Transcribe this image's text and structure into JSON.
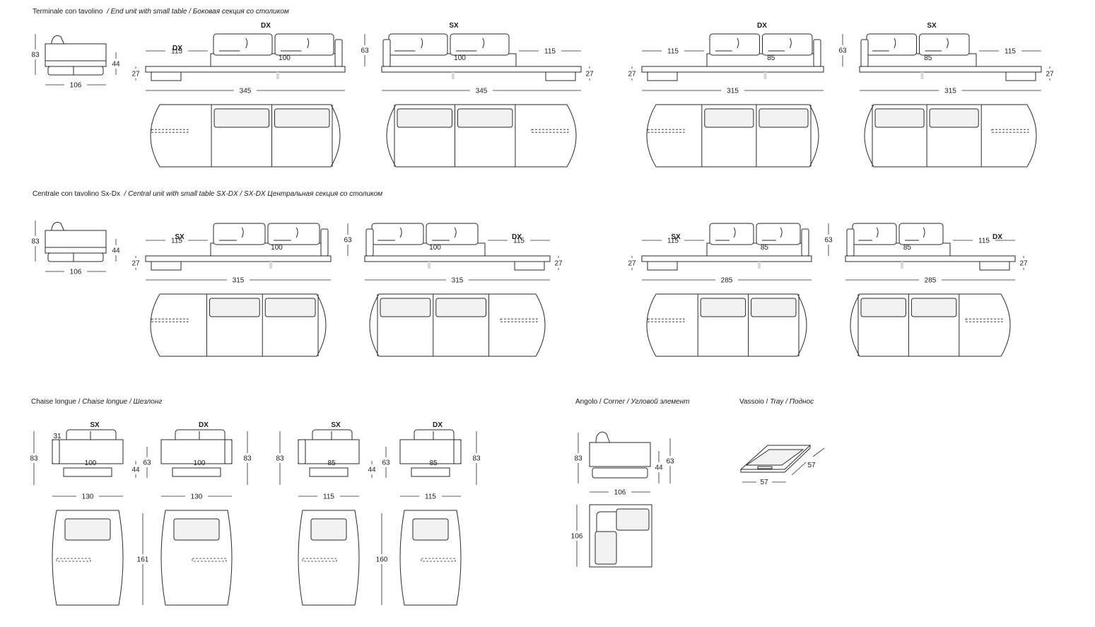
{
  "sections": {
    "end_unit": {
      "it": "Terminale con tavolino",
      "rest": "/ End unit with small table / Боковая секция со столиком"
    },
    "central_unit": {
      "it": "Centrale con tavolino Sx-Dx",
      "rest": "/ Central unit with small table SX-DX / SX-DX Центральная секция со столиком"
    },
    "chaise": {
      "it": "Chaise longue /",
      "rest": "Chaise longue / Шезлонг"
    },
    "corner": {
      "it": "Angolo /",
      "rest": "Corner / Угловой элемент"
    },
    "tray": {
      "it": "Vassoio /",
      "rest": "Tray / Поднос"
    }
  },
  "end_unit": {
    "side": {
      "h_total": "83",
      "h_seat": "44",
      "depth": "106"
    },
    "units": [
      {
        "tag": "DX",
        "tag2": "DX",
        "w_table": "115",
        "w_seat": "100",
        "h_arm": "27",
        "w_total": "345"
      },
      {
        "tag": "SX",
        "w_table": "115",
        "w_seat": "100",
        "h_back": "63",
        "h_arm": "27",
        "w_total": "345"
      },
      {
        "tag": "DX",
        "w_table": "115",
        "w_seat": "85",
        "h_arm": "27",
        "w_total": "315"
      },
      {
        "tag": "SX",
        "w_table": "115",
        "w_seat": "85",
        "h_back": "63",
        "h_arm": "27",
        "w_total": "315"
      }
    ]
  },
  "central_unit": {
    "side": {
      "h_total": "83",
      "h_seat": "44",
      "depth": "106"
    },
    "units": [
      {
        "tag": "SX",
        "w_table": "115",
        "w_seat": "100",
        "h_arm": "27",
        "w_total": "315"
      },
      {
        "tag": "DX",
        "w_table": "115",
        "w_seat": "100",
        "h_back": "63",
        "h_arm": "27",
        "w_total": "315"
      },
      {
        "tag": "SX",
        "w_table": "115",
        "w_seat": "85",
        "h_arm": "27",
        "w_total": "285"
      },
      {
        "tag": "DX",
        "w_table": "115",
        "w_seat": "85",
        "h_back": "63",
        "h_arm": "27",
        "w_total": "285"
      }
    ]
  },
  "chaise": {
    "units": [
      {
        "tag": "SX",
        "arm": "31",
        "h_total": "83",
        "h_seat": "44",
        "w_seat": "100",
        "w_total": "130"
      },
      {
        "tag": "DX",
        "h_back": "63",
        "h_total": "83",
        "w_seat": "100",
        "w_total": "130",
        "length": "161"
      },
      {
        "tag": "SX",
        "h_total": "83",
        "h_seat": "44",
        "w_seat": "85",
        "w_total": "115"
      },
      {
        "tag": "DX",
        "h_back": "63",
        "h_total": "83",
        "w_seat": "85",
        "w_total": "115",
        "length": "160"
      }
    ]
  },
  "corner": {
    "h_total": "83",
    "h_seat": "44",
    "h_back": "63",
    "depth": "106",
    "plan": "106"
  },
  "tray": {
    "w": "57",
    "d": "57"
  }
}
